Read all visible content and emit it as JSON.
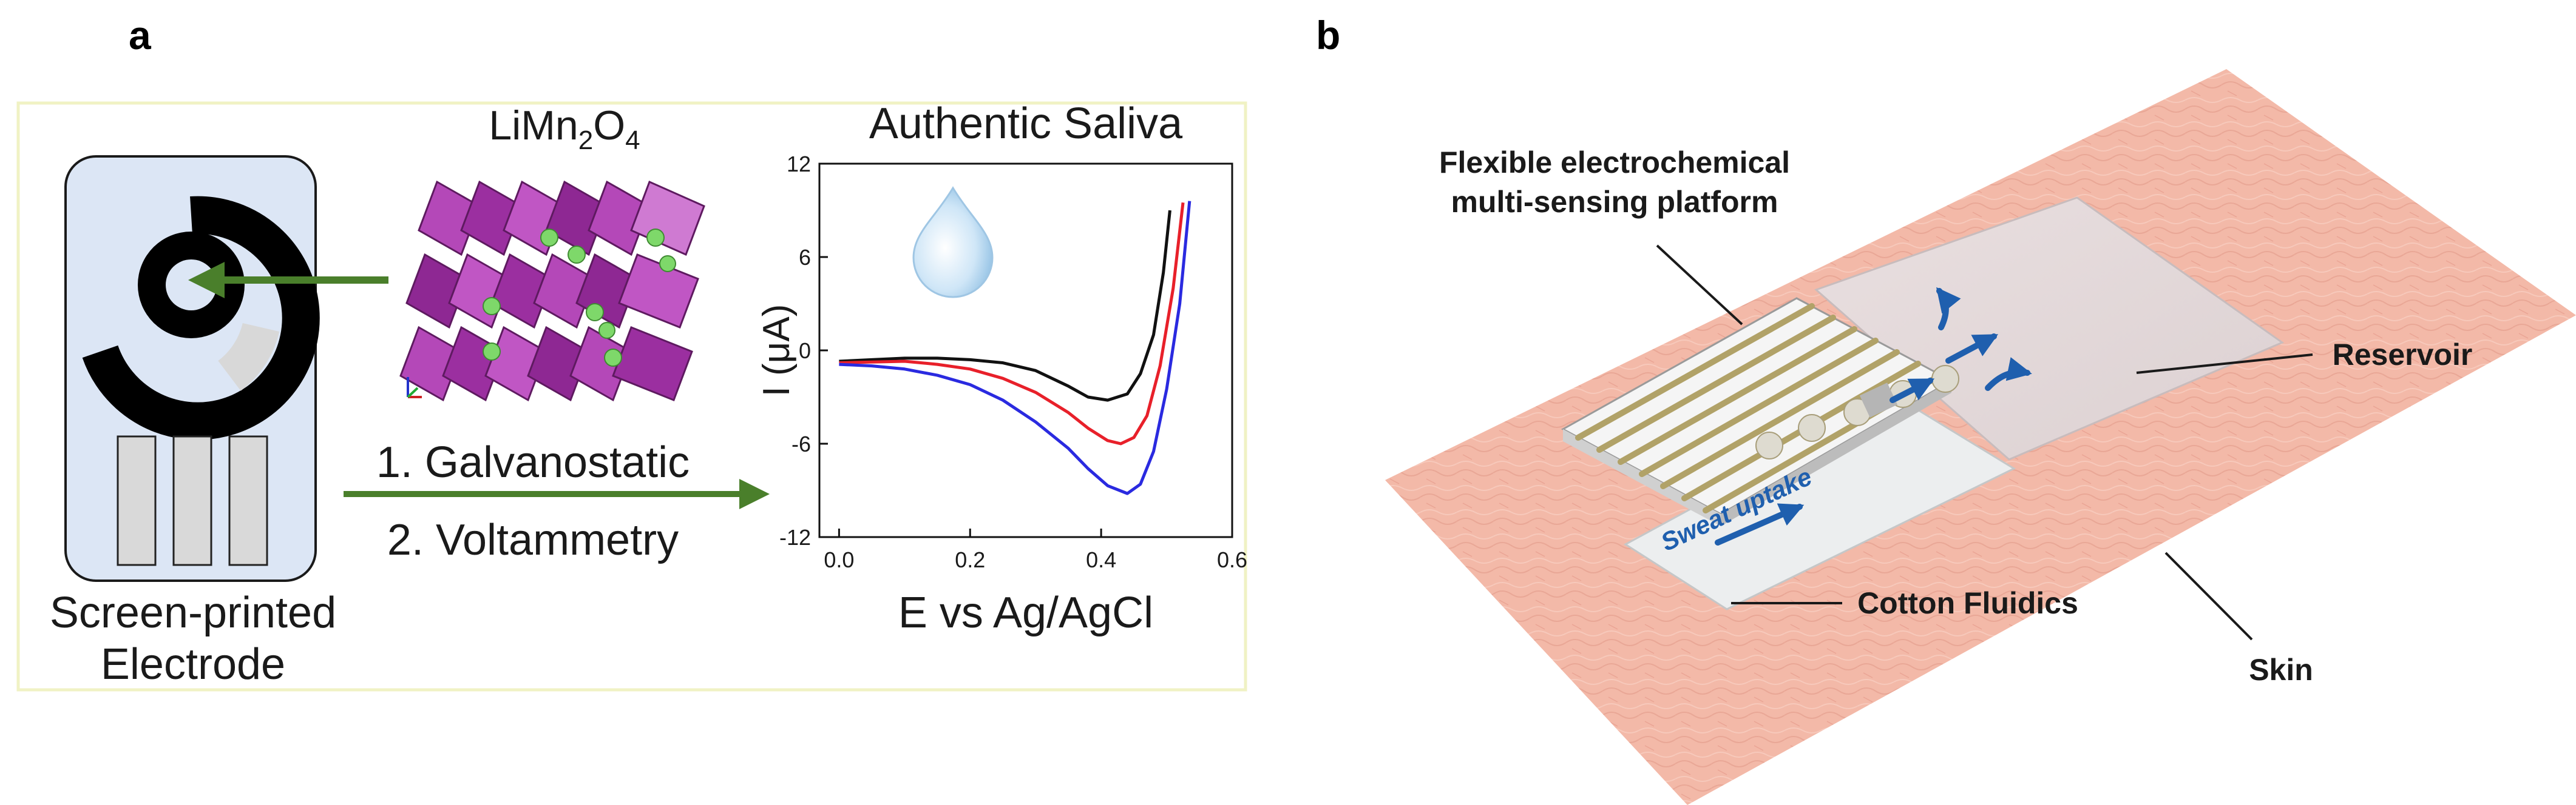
{
  "panel_a": {
    "letter": "a",
    "electrode_label_line1": "Screen-printed",
    "electrode_label_line2": "Electrode",
    "material_label": {
      "base": "LiMn",
      "sub1": "2",
      "mid": "O",
      "sub2": "4"
    },
    "step1": "1. Galvanostatic",
    "step2": "2. Voltammetry",
    "chart_title": "Authentic Saliva",
    "colors": {
      "frame": "#f0f2c4",
      "electrode_bg": "#dce6f5",
      "arrow": "#4a7f2b",
      "octahedra": "#9b2fa0",
      "atoms": "#7ed86a"
    }
  },
  "panel_b": {
    "letter": "b",
    "label_platform_1": "Flexible electrochemical",
    "label_platform_2": "multi-sensing platform",
    "label_reservoir": "Reservoir",
    "label_cotton": "Cotton Fluidics",
    "label_skin": "Skin",
    "label_sweat": "Sweat uptake",
    "colors": {
      "skin": "#f3b9a8",
      "arrow": "#1f5fae",
      "electrode_gold": "#b1a268"
    }
  },
  "chart_data": {
    "type": "line",
    "title": "Authentic Saliva",
    "xlabel": "E vs Ag/AgCl",
    "ylabel": "I (μA)",
    "xlim": [
      -0.03,
      0.6
    ],
    "ylim": [
      -12,
      12
    ],
    "xticks": [
      "0.0",
      "0.2",
      "0.4",
      "0.6"
    ],
    "yticks": [
      "12",
      "6",
      "0",
      "-6",
      "-12"
    ],
    "xtick_values": [
      0.0,
      0.2,
      0.4,
      0.6
    ],
    "ytick_values": [
      12,
      6,
      0,
      -6,
      -12
    ],
    "grid": false,
    "series": [
      {
        "color": "#111111",
        "x": [
          0.0,
          0.05,
          0.1,
          0.15,
          0.2,
          0.25,
          0.3,
          0.35,
          0.38,
          0.41,
          0.44,
          0.46,
          0.48,
          0.495,
          0.505
        ],
        "y": [
          -0.7,
          -0.6,
          -0.5,
          -0.5,
          -0.6,
          -0.8,
          -1.3,
          -2.3,
          -3.0,
          -3.2,
          -2.8,
          -1.5,
          1.0,
          5.0,
          9.0
        ]
      },
      {
        "color": "#e8202a",
        "x": [
          0.0,
          0.05,
          0.1,
          0.15,
          0.2,
          0.25,
          0.3,
          0.35,
          0.38,
          0.41,
          0.43,
          0.45,
          0.47,
          0.49,
          0.51,
          0.525
        ],
        "y": [
          -0.8,
          -0.75,
          -0.7,
          -0.9,
          -1.2,
          -1.8,
          -2.7,
          -4.0,
          -5.0,
          -5.8,
          -6.0,
          -5.6,
          -4.2,
          -1.0,
          4.0,
          9.5
        ]
      },
      {
        "color": "#2a2ae0",
        "x": [
          0.0,
          0.05,
          0.1,
          0.15,
          0.2,
          0.25,
          0.3,
          0.35,
          0.38,
          0.41,
          0.44,
          0.46,
          0.48,
          0.5,
          0.52,
          0.535
        ],
        "y": [
          -0.9,
          -1.0,
          -1.2,
          -1.6,
          -2.2,
          -3.2,
          -4.6,
          -6.3,
          -7.6,
          -8.7,
          -9.2,
          -8.6,
          -6.5,
          -2.5,
          3.0,
          9.6
        ]
      }
    ]
  }
}
